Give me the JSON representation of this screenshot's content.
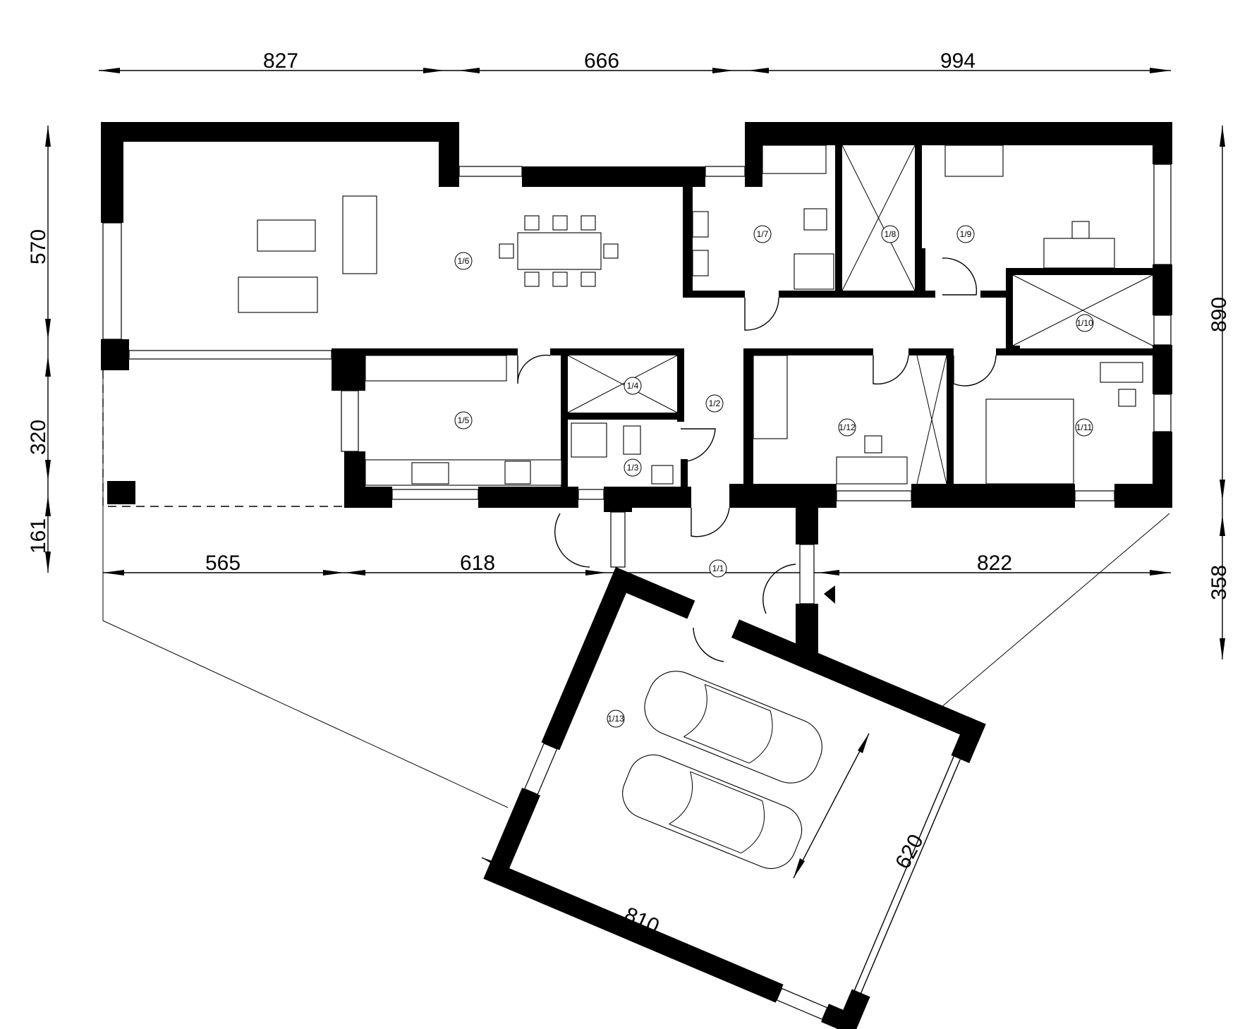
{
  "dimensions": {
    "top": [
      "827",
      "666",
      "994"
    ],
    "left": [
      "570",
      "320",
      "161"
    ],
    "right": [
      "890",
      "358"
    ],
    "middle": [
      "565",
      "618",
      "822"
    ],
    "garage_width": "810",
    "garage_depth": "620"
  },
  "rooms": [
    "1/1",
    "1/2",
    "1/3",
    "1/4",
    "1/5",
    "1/6",
    "1/7",
    "1/8",
    "1/9",
    "1/10",
    "1/11",
    "1/12",
    "1/13"
  ]
}
